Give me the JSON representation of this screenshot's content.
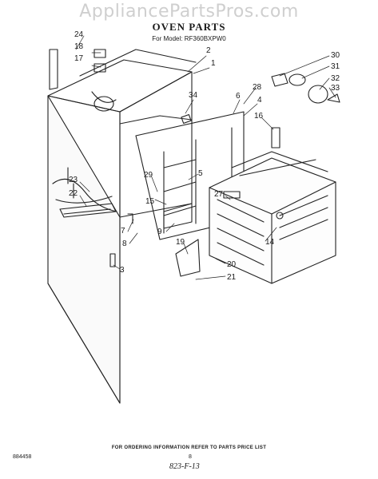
{
  "watermark": "AppliancePartsPros.com",
  "title": "OVEN PARTS",
  "subtitle": "For Model: RF360BXPW0",
  "callouts": [
    "24",
    "2",
    "1",
    "18",
    "17",
    "34",
    "28",
    "6",
    "4",
    "16",
    "30",
    "31",
    "32",
    "33",
    "29",
    "15",
    "5",
    "23",
    "22",
    "27",
    "9",
    "7",
    "8",
    "19",
    "14",
    "20",
    "3",
    "21"
  ],
  "footer": {
    "note": "FOR ORDERING INFORMATION REFER TO PARTS PRICE LIST",
    "doc_number": "884458",
    "page": "8",
    "handwritten": "823-F-13"
  }
}
